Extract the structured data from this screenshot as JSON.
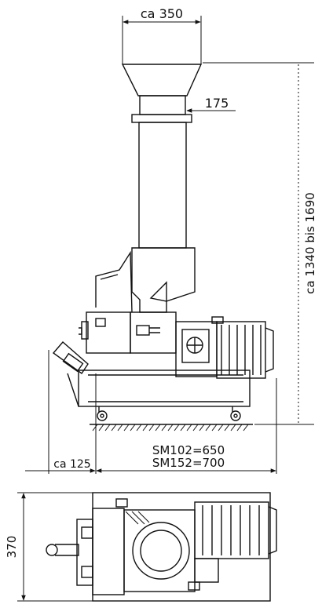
{
  "dimensions": {
    "hopper_width": "ca 350",
    "tube_diameter": "175",
    "total_height": "ca 1340 bis 1690",
    "front_offset": "ca 125",
    "length_sm102": "SM102=650",
    "length_sm152": "SM152=700",
    "plan_width": "370"
  },
  "colors": {
    "ink": "#111111",
    "paper": "#ffffff"
  }
}
